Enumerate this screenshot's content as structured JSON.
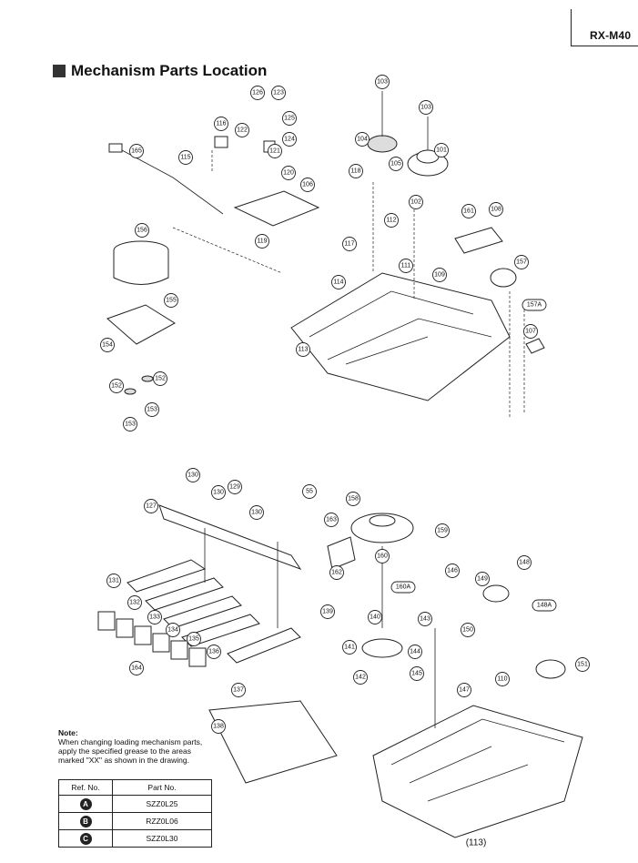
{
  "header": {
    "model": "RX-M40",
    "section_title": "Mechanism Parts Location"
  },
  "callouts": [
    "103",
    "103",
    "126",
    "123",
    "125",
    "124",
    "121",
    "122",
    "116",
    "115",
    "165",
    "120",
    "106",
    "104",
    "105",
    "101",
    "118",
    "102",
    "112",
    "161",
    "108",
    "119",
    "117",
    "111",
    "109",
    "157",
    "114",
    "157A",
    "107",
    "156",
    "155",
    "154",
    "152",
    "152",
    "153",
    "153",
    "113",
    "130",
    "129",
    "130",
    "130",
    "127",
    "131",
    "132",
    "133",
    "134",
    "135",
    "136",
    "55",
    "163",
    "158",
    "159",
    "162",
    "160",
    "160A",
    "139",
    "140",
    "141",
    "146",
    "149",
    "148",
    "148A",
    "143",
    "150",
    "144",
    "145",
    "147",
    "151",
    "142",
    "110",
    "137",
    "138",
    "164"
  ],
  "bottom_ref": "(113)",
  "note": {
    "title": "Note:",
    "body": "When changing loading mechanism parts, apply the specified grease to the areas marked \"XX\" as shown in the drawing."
  },
  "grease_table": {
    "headers": [
      "Ref. No.",
      "Part No."
    ],
    "rows": [
      {
        "ref": "A",
        "part": "SZZ0L25"
      },
      {
        "ref": "B",
        "part": "RZZ0L06"
      },
      {
        "ref": "C",
        "part": "SZZ0L30"
      }
    ]
  }
}
